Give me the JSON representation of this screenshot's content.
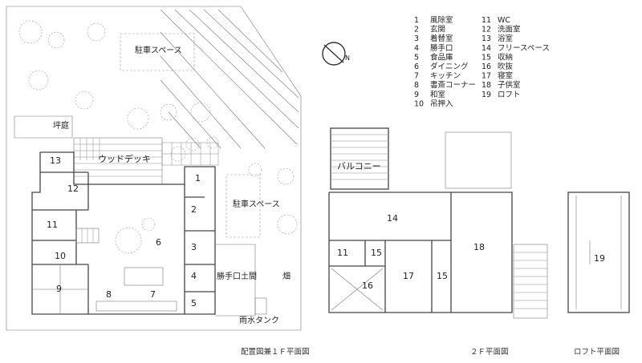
{
  "legend": [
    {
      "num": "1",
      "name": "風除室"
    },
    {
      "num": "2",
      "name": "玄関"
    },
    {
      "num": "3",
      "name": "着替室"
    },
    {
      "num": "4",
      "name": "勝手口"
    },
    {
      "num": "5",
      "name": "食品庫"
    },
    {
      "num": "6",
      "name": "ダイニング"
    },
    {
      "num": "7",
      "name": "キッチン"
    },
    {
      "num": "8",
      "name": "書斎コーナー"
    },
    {
      "num": "9",
      "name": "和室"
    },
    {
      "num": "10",
      "name": "吊押入"
    },
    {
      "num": "11",
      "name": "WC"
    },
    {
      "num": "12",
      "name": "洗面室"
    },
    {
      "num": "13",
      "name": "浴室"
    },
    {
      "num": "14",
      "name": "フリースペース"
    },
    {
      "num": "15",
      "name": "収納"
    },
    {
      "num": "16",
      "name": "吹抜"
    },
    {
      "num": "17",
      "name": "寝室"
    },
    {
      "num": "18",
      "name": "子供室"
    },
    {
      "num": "19",
      "name": "ロフト"
    }
  ],
  "labels": {
    "parking_top": "駐車スペース",
    "parking_side": "駐車スペース",
    "tsubo_niwa": "坪庭",
    "wood_deck": "ウッドデッキ",
    "katteguchi_doma": "勝手口土間",
    "hatake": "畑",
    "rain_tank": "雨水タンク",
    "balcony": "バルコニー"
  },
  "captions": {
    "floor1": "配置図兼１Ｆ平面図",
    "floor2": "２Ｆ平面図",
    "loft": "ロフト平面図"
  },
  "floor1_rooms": [
    "1",
    "2",
    "3",
    "4",
    "5",
    "6",
    "7",
    "8",
    "9",
    "10",
    "11",
    "12",
    "13"
  ],
  "floor2_rooms": [
    "11",
    "14",
    "15",
    "15",
    "16",
    "17",
    "18"
  ],
  "loft_rooms": [
    "19"
  ]
}
